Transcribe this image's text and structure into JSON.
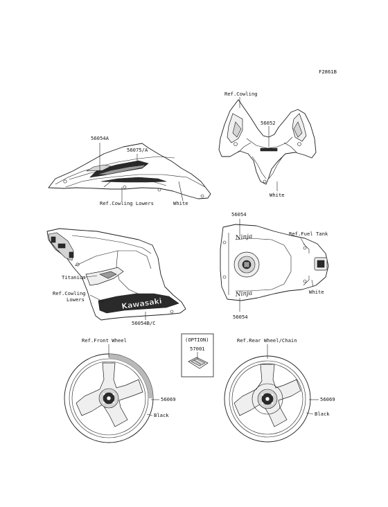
{
  "figure_code": "F2861B",
  "groups": {
    "upper_cowl": {
      "parts": [
        "56054A",
        "56075/A"
      ],
      "refs": [
        "Ref.Cowling Lowers"
      ],
      "colors": [
        "White"
      ]
    },
    "front_cowl": {
      "refs": [
        "Ref.Cowling"
      ],
      "parts": [
        "56052"
      ],
      "colors": [
        "White"
      ]
    },
    "side_cowl": {
      "colors": [
        "Titanium"
      ],
      "refs": [
        "Ref.Cowling",
        "Lowers"
      ],
      "parts": [
        "56054B/C"
      ],
      "decal_text": "Kawasaki"
    },
    "fuel_tank": {
      "parts": [
        "56054",
        "56054"
      ],
      "refs": [
        "Ref.Fuel Tank"
      ],
      "colors": [
        "White"
      ]
    },
    "front_wheel": {
      "refs": [
        "Ref.Front Wheel"
      ],
      "parts": [
        "56069"
      ],
      "colors": [
        "Black"
      ]
    },
    "option": {
      "title": "(OPTION)",
      "parts": [
        "57001"
      ]
    },
    "rear_wheel": {
      "refs": [
        "Ref.Rear Wheel/Chain"
      ],
      "parts": [
        "56069"
      ],
      "colors": [
        "Black"
      ]
    }
  }
}
